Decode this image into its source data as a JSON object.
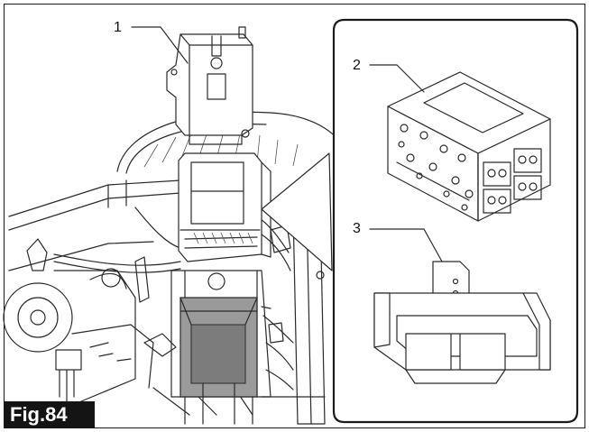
{
  "figure": {
    "label": "Fig.84",
    "callouts": [
      "1",
      "2",
      "3"
    ]
  },
  "colors": {
    "line": "#2a2a2a",
    "highlight": "#9a9a9a",
    "label_background": "#141414",
    "label_text": "#ffffff"
  }
}
